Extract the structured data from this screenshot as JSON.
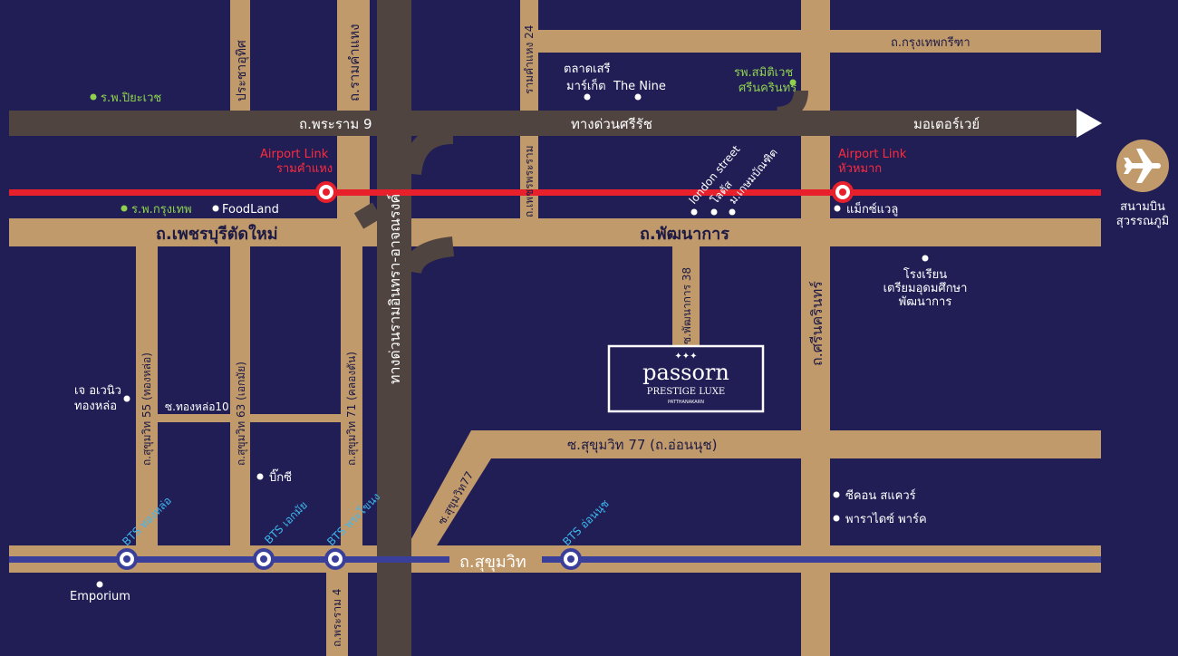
{
  "colors": {
    "background": "#201e55",
    "road": "#c19a6b",
    "expressway": "#4f4440",
    "airport_link": "#e8202c",
    "bts": "#3a3f9a",
    "hospital": "#8fd14f",
    "station_label": "#3fb8f0"
  },
  "roads": {
    "rama9": "ถ.พระราม 9",
    "sirat_expressway": "ทางด่วนศรีรัช",
    "motorway": "มอเตอร์เวย์",
    "krungthep_kreetha": "ถ.กรุงเทพกรีฑา",
    "petchaburi": "ถ.เพชรบุรีตัดใหม่",
    "phatthanakan": "ถ.พัฒนาการ",
    "prachauthit": "ประชาอุทิศ",
    "ramkhamhaeng": "ถ.รามคำแหง",
    "ramkhamhaeng24": "รามคำแหง 24",
    "phetpraram": "ถ.เพชรพระราม",
    "inthra_express": "ทางด่วนรามอินทรา-อาจณรงค์",
    "srinakarin": "ถ.ศรีนครินทร์",
    "phatthanakan38": "ซ.พัฒนาการ 38",
    "sukhumvit55": "ถ.สุขุมวิท 55 (ทองหล่อ)",
    "sukhumvit63": "ถ.สุขุมวิท 63 (เอกมัย)",
    "sukhumvit71": "ถ.สุขุมวิท 71 (คลองตัน)",
    "thonglor10": "ซ.ทองหล่อ10",
    "sukhumvit77": "ซ.สุขุมวิท 77 (ถ.อ่อนนุช)",
    "sukhumvit77_short": "ซ.สุขุมวิท77",
    "sukhumvit": "ถ.สุขุมวิท",
    "rama4": "ถ.พระราม 4"
  },
  "stations": {
    "al_ramkhamhaeng_1": "Airport Link",
    "al_ramkhamhaeng_2": "รามคำแหง",
    "al_huamak_1": "Airport Link",
    "al_huamak_2": "หัวหมาก",
    "bts_thonglor": "BTS ทองหล่อ",
    "bts_ekkamai": "BTS เอกมัย",
    "bts_phrakhanong": "BTS พระโขนง",
    "bts_onnut": "BTS อ่อนนุช"
  },
  "hospitals": {
    "piyavate": "ร.พ.ปิยะเวช",
    "bangkok": "ร.พ.กรุงเทพ",
    "samitivej_1": "รพ.สมิติเวช",
    "samitivej_2": "ศรีนครินทร์"
  },
  "places": {
    "talad_1": "ตลาดเสรี",
    "talad_2": "มาร์เก็ต",
    "the_nine": "The Nine",
    "foodland": "FoodLand",
    "london_street": "london street",
    "lotus": "โลตัส",
    "paradise_ban": "ม.เกษมบัณฑิต",
    "makro": "แม็กซ์แวลู",
    "school_1": "โรงเรียน",
    "school_2": "เตรียมอุดมศึกษา",
    "school_3": "พัฒนาการ",
    "j_avenue_1": "เจ อเวนิว",
    "j_avenue_2": "ทองหล่อ",
    "bigc": "บิ๊กซี",
    "seacon": "ซีคอน สแควร์",
    "paradise_park": "พาราไดซ์ พาร์ค",
    "emporium": "Emporium"
  },
  "airport": {
    "icon": "airplane-icon",
    "label_1": "สนามบิน",
    "label_2": "สุวรรณภูมิ"
  },
  "project": {
    "stars": "✦✦✦",
    "name": "passorn",
    "tagline": "PRESTIGE LUXE",
    "sub": "PATTHANAKARN"
  }
}
